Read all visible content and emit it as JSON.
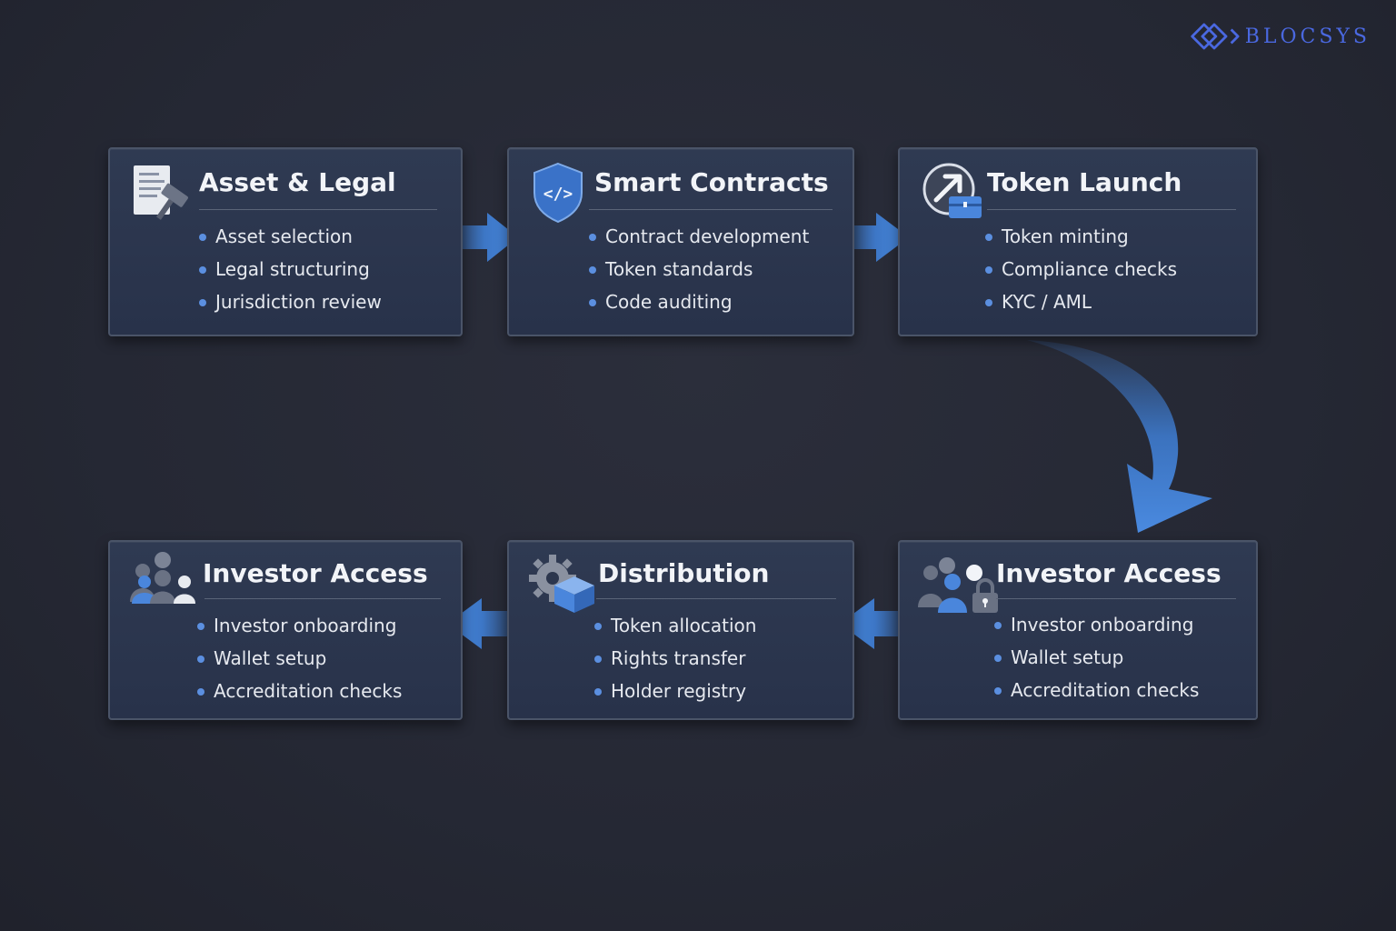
{
  "brand": {
    "name": "BLOCSYS",
    "accent": "#4a68e0"
  },
  "colors": {
    "arrow": "#3f7fd6",
    "bullet": "#5b8fe0",
    "card_bg": "#2c364d"
  },
  "cards": [
    {
      "title": "Asset & Legal",
      "icon": "document-gavel-icon",
      "items": [
        "Asset selection",
        "Legal structuring",
        "Jurisdiction review"
      ]
    },
    {
      "title": "Smart Contracts",
      "icon": "code-shield-icon",
      "items": [
        "Contract development",
        "Token standards",
        "Code auditing"
      ]
    },
    {
      "title": "Token Launch",
      "icon": "launch-arrow-wallet-icon",
      "items": [
        "Token minting",
        "Compliance checks",
        "KYC / AML"
      ]
    },
    {
      "title": "Investor Access",
      "icon": "investor-lock-icon",
      "items": [
        "Investor onboarding",
        "Wallet setup",
        "Accreditation checks"
      ]
    },
    {
      "title": "Distribution",
      "icon": "gear-box-icon",
      "items": [
        "Token allocation",
        "Rights transfer",
        "Holder registry"
      ]
    },
    {
      "title": "Investor Access",
      "icon": "investor-group-icon",
      "items": [
        "Investor onboarding",
        "Wallet setup",
        "Accreditation checks"
      ]
    }
  ],
  "flow": [
    "Asset & Legal",
    "Smart Contracts",
    "Token Launch",
    "Investor Access",
    "Distribution",
    "Investor Access"
  ]
}
